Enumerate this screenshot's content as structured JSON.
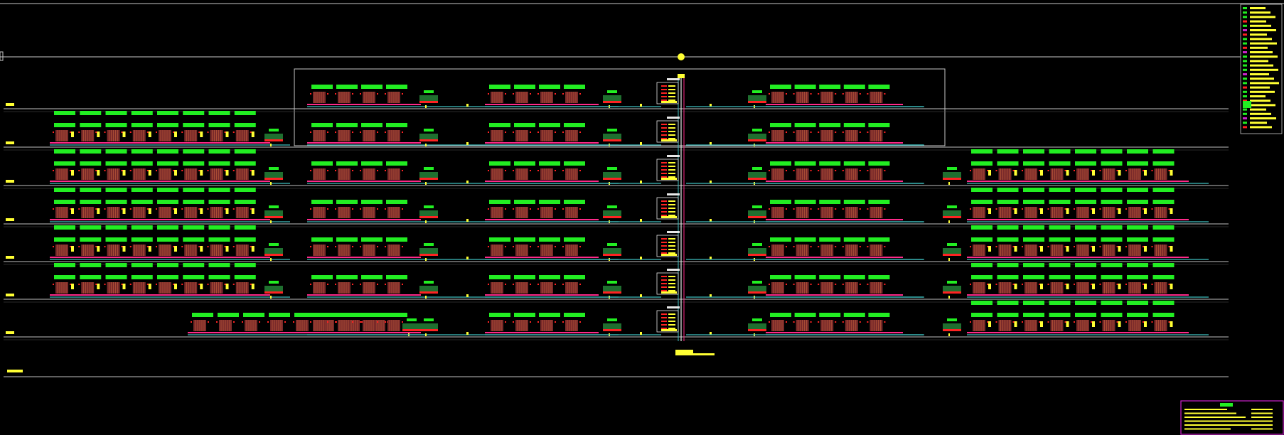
{
  "colors": {
    "background": "#000000",
    "frame": "#c8c8c8",
    "floor_line": "#bfbfbf",
    "supply_pipe": "#ff2a8a",
    "return_pipe": "#3fbfbf",
    "radiator_body": "#7a2a2a",
    "radiator_fin": "#c8643c",
    "label_green": "#22ee22",
    "tag_yellow": "#ffff33",
    "valve_red": "#ff2222",
    "riser_white": "#e8e8e8",
    "title_block_border": "#cc22cc",
    "legend_green": "#22ee22",
    "legend_yellow": "#ffff33"
  },
  "floors": [
    {
      "level": 7,
      "sections": [
        "b",
        "c",
        "d"
      ]
    },
    {
      "level": 6,
      "sections": [
        "a",
        "b",
        "c",
        "d"
      ]
    },
    {
      "level": 5,
      "sections": [
        "a",
        "b",
        "c",
        "d",
        "e"
      ]
    },
    {
      "level": 4,
      "sections": [
        "a",
        "b",
        "c",
        "d",
        "e"
      ]
    },
    {
      "level": 3,
      "sections": [
        "a",
        "b",
        "c",
        "d",
        "e"
      ]
    },
    {
      "level": 2,
      "sections": [
        "a",
        "b",
        "c",
        "d",
        "e"
      ]
    },
    {
      "level": 1,
      "sections": [
        "a2",
        "b",
        "c",
        "d",
        "e"
      ]
    }
  ],
  "radiators_per_section": {
    "a": 8,
    "a2": 8,
    "b": 4,
    "c": 4,
    "d": 5,
    "e": 8
  },
  "legend": {
    "rows": 28
  },
  "icons": {
    "riser": "vertical-riser-icon",
    "manifold": "manifold-icon",
    "radiator": "radiator-icon",
    "valve": "valve-icon"
  }
}
